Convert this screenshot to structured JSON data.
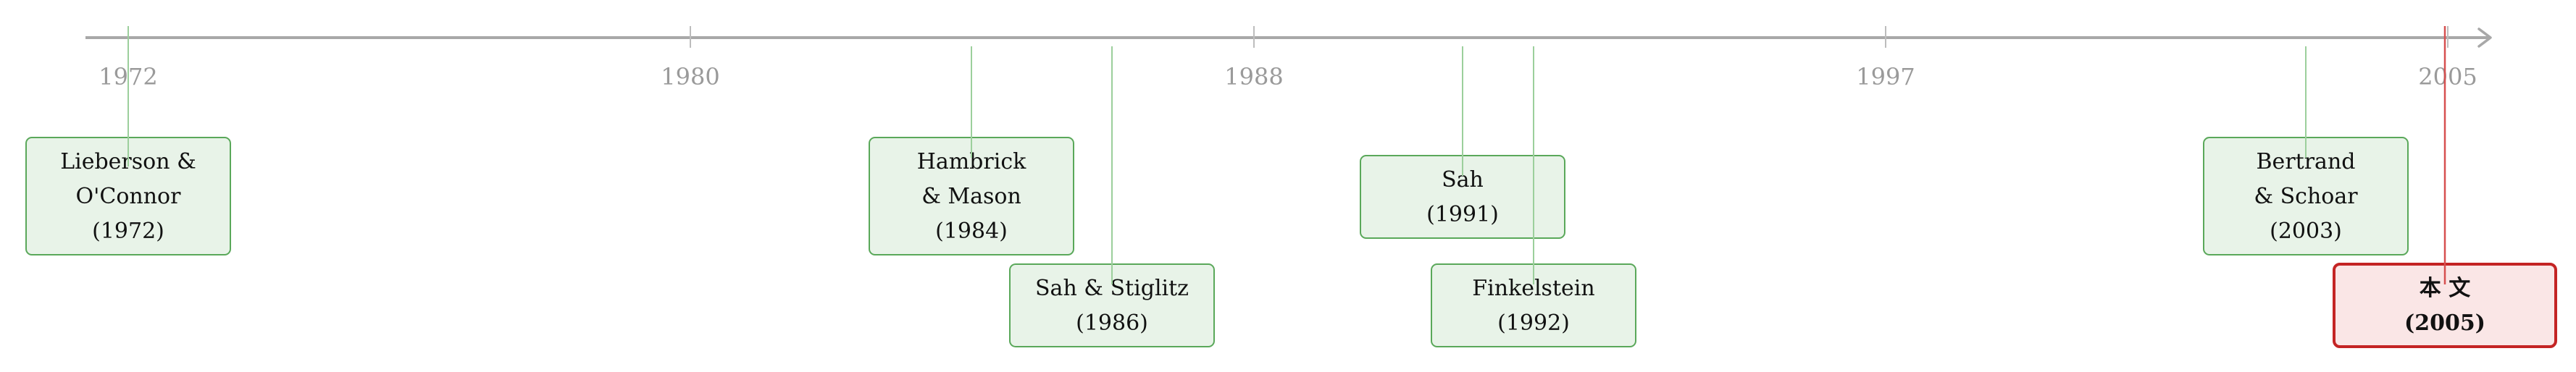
{
  "timeline": {
    "axis_color": "#a8a8a8",
    "tick_color": "#bdbdbd",
    "ticks": [
      {
        "year": "1972"
      },
      {
        "year": "1980"
      },
      {
        "year": "1988"
      },
      {
        "year": "1997"
      },
      {
        "year": "2005"
      }
    ]
  },
  "events": [
    {
      "id": "lieberson-oconnor",
      "lines": [
        "Lieberson &",
        "O'Connor",
        "(1972)"
      ],
      "style": "green"
    },
    {
      "id": "hambrick-mason",
      "lines": [
        "Hambrick",
        "& Mason",
        "(1984)"
      ],
      "style": "green"
    },
    {
      "id": "sah-stiglitz",
      "lines": [
        "Sah & Stiglitz",
        "(1986)"
      ],
      "style": "green"
    },
    {
      "id": "sah",
      "lines": [
        "Sah",
        "(1991)"
      ],
      "style": "green"
    },
    {
      "id": "finkelstein",
      "lines": [
        "Finkelstein",
        "(1992)"
      ],
      "style": "green"
    },
    {
      "id": "bertrand-schoar",
      "lines": [
        "Bertrand",
        "& Schoar",
        "(2003)"
      ],
      "style": "green"
    },
    {
      "id": "this-paper",
      "lines": [
        "本 文",
        "(2005)"
      ],
      "style": "red"
    }
  ],
  "colors": {
    "green_fill": "#e8f3e8",
    "green_stroke": "#5aa85a",
    "green_line": "#9ccf9c",
    "red_fill": "#fae6e6",
    "red_stroke": "#c42424",
    "red_line": "#d65050"
  }
}
